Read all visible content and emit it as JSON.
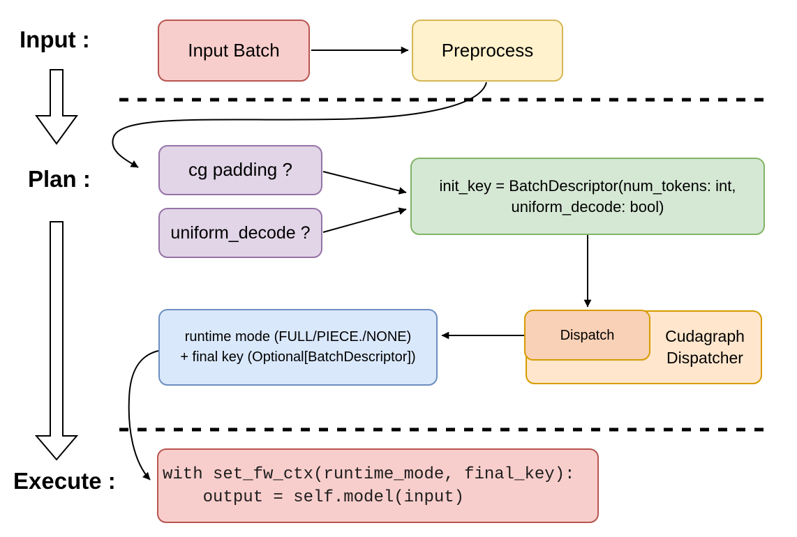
{
  "diagram": {
    "stage_labels": {
      "input": "Input :",
      "plan": "Plan :",
      "execute": "Execute :"
    },
    "nodes": {
      "input_batch": {
        "label": "Input Batch"
      },
      "preprocess": {
        "label": "Preprocess"
      },
      "cg_padding": {
        "label": "cg padding ?"
      },
      "uniform_decode": {
        "label": "uniform_decode ?"
      },
      "init_key": {
        "line1": "init_key = BatchDescriptor(num_tokens: int,",
        "line2": "uniform_decode: bool)"
      },
      "cudagraph_dispatcher": {
        "dispatch_label": "Dispatch",
        "label_line1": "Cudagraph",
        "label_line2": "Dispatcher"
      },
      "runtime_mode": {
        "line1": "runtime mode (FULL/PIECE./NONE)",
        "line2": "+ final key (Optional[BatchDescriptor])"
      },
      "execute_code": {
        "line1": "with set_fw_ctx(runtime_mode, final_key):",
        "line2": "    output = self.model(input)"
      }
    },
    "colors": {
      "pink_fill": "#f8cecc",
      "pink_stroke": "#b85450",
      "yellow_fill": "#fff2cc",
      "yellow_stroke": "#d6b656",
      "purple_fill": "#e1d5e7",
      "purple_stroke": "#9673a6",
      "green_fill": "#d5e8d4",
      "green_stroke": "#82b366",
      "orange_outer_fill": "#ffe6cc",
      "orange_inner_fill": "#f9d1b7",
      "orange_stroke": "#d79b00",
      "blue_fill": "#dae8fc",
      "blue_stroke": "#6c8ebf",
      "line_color": "#000000"
    }
  }
}
